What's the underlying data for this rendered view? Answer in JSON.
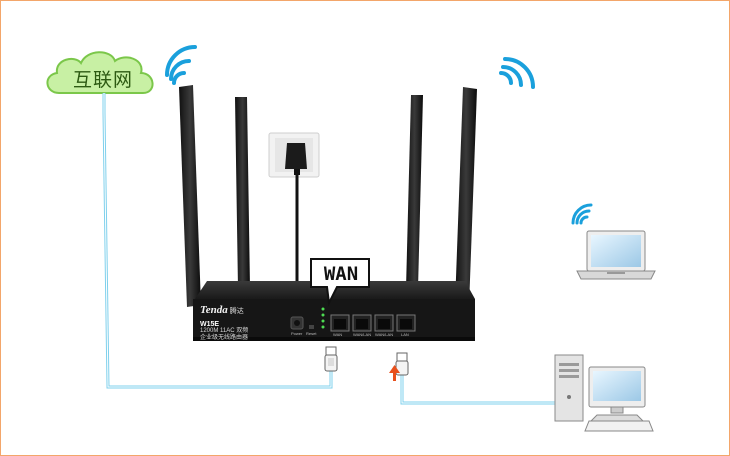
{
  "cloud": {
    "label": "互联网"
  },
  "callout": {
    "label": "WAN"
  },
  "router": {
    "brand": "Tenda",
    "brand_cn": "腾达",
    "model": "W15E",
    "spec": "1200M 11AC 双频",
    "desc": "企业级无线路由器",
    "power_label": "Power",
    "reset_label": "Reset",
    "ports": [
      "WAN",
      "WAN/LAN",
      "WAN/LAN",
      "LAN"
    ]
  },
  "colors": {
    "cloud_fill": "#c8f0a4",
    "cloud_stroke": "#7bc74a",
    "wifi": "#1aa0dc",
    "cable": "#7fd0ec",
    "arrow": "#e8501c",
    "border": "#f3a66a",
    "router_body": "#161616"
  },
  "icons": [
    "wifi-icon",
    "cloud-icon",
    "power-adapter-icon",
    "laptop-icon",
    "desktop-pc-icon",
    "up-arrow-icon"
  ]
}
